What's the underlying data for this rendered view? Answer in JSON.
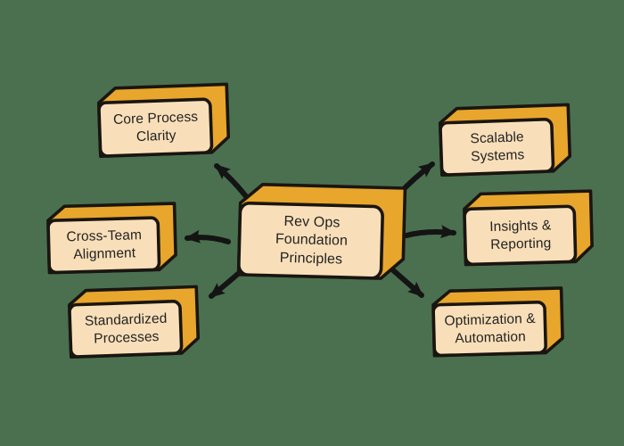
{
  "center": {
    "id": "rev-ops-foundation-principles",
    "label": "Rev Ops Foundation Principles"
  },
  "nodes": [
    {
      "id": "core-process-clarity",
      "label": "Core Process Clarity",
      "position": "top-left"
    },
    {
      "id": "scalable-systems",
      "label": "Scalable Systems",
      "position": "top-right"
    },
    {
      "id": "cross-team-alignment",
      "label": "Cross-Team Alignment",
      "position": "middle-left"
    },
    {
      "id": "insights-reporting",
      "label": "Insights & Reporting",
      "position": "middle-right"
    },
    {
      "id": "standardized-processes",
      "label": "Standardized Processes",
      "position": "bottom-left"
    },
    {
      "id": "optimization-automation",
      "label": "Optimization & Automation",
      "position": "bottom-right"
    }
  ],
  "edges": [
    {
      "from": "rev-ops-foundation-principles",
      "to": "core-process-clarity"
    },
    {
      "from": "rev-ops-foundation-principles",
      "to": "scalable-systems"
    },
    {
      "from": "rev-ops-foundation-principles",
      "to": "cross-team-alignment"
    },
    {
      "from": "rev-ops-foundation-principles",
      "to": "insights-reporting"
    },
    {
      "from": "rev-ops-foundation-principles",
      "to": "standardized-processes"
    },
    {
      "from": "rev-ops-foundation-principles",
      "to": "optimization-automation"
    }
  ],
  "colors": {
    "background": "#4A7050",
    "box_front": "#F9DFB9",
    "box_side": "#E8A62C",
    "outline": "#1A1510",
    "text": "#232323",
    "arrow": "#141414"
  }
}
